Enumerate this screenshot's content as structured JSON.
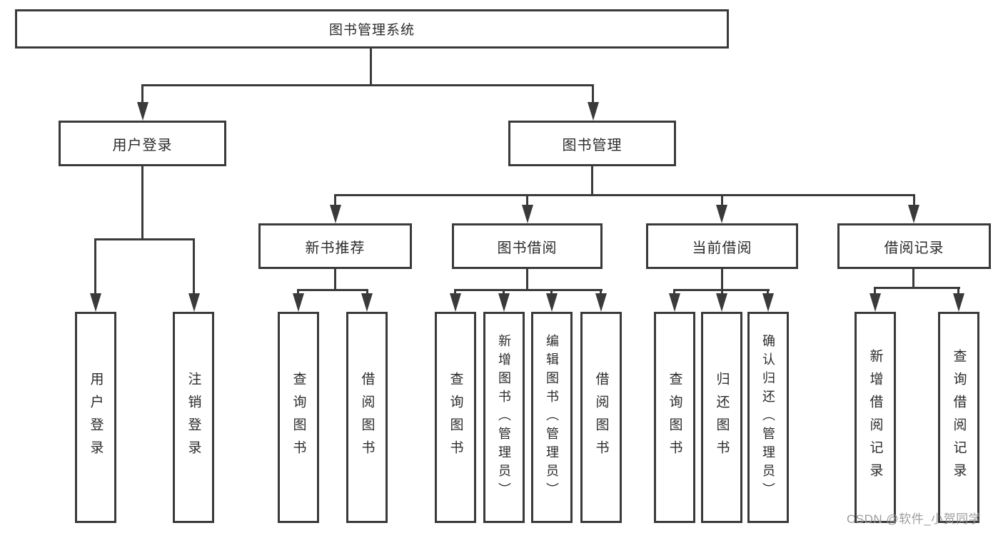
{
  "tree": {
    "root": "图书管理系统",
    "user_login": {
      "label": "用户登录",
      "children": [
        "用户登录",
        "注销登录"
      ]
    },
    "book_mgmt": {
      "label": "图书管理",
      "groups": [
        {
          "label": "新书推荐",
          "children": [
            "查询图书",
            "借阅图书"
          ]
        },
        {
          "label": "图书借阅",
          "children": [
            "查询图书",
            "新增图书（管理员）",
            "编辑图书（管理员）",
            "借阅图书"
          ]
        },
        {
          "label": "当前借阅",
          "children": [
            "查询图书",
            "归还图书",
            "确认归还（管理员）"
          ]
        },
        {
          "label": "借阅记录",
          "children": [
            "新增借阅记录",
            "查询借阅记录"
          ]
        }
      ]
    }
  },
  "watermark": "CSDN @软件_小贺同学",
  "colors": {
    "line": "#3a3a3a",
    "text": "#2b2b2b",
    "background": "#ffffff",
    "watermark": "#9c9c9c"
  }
}
